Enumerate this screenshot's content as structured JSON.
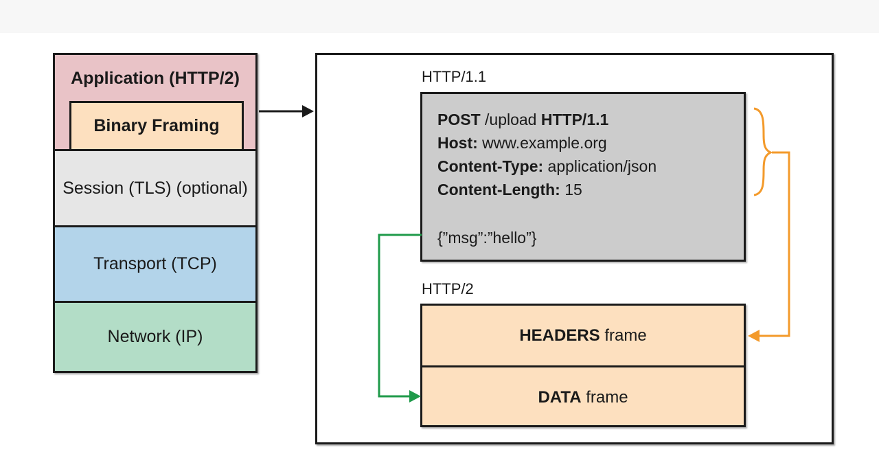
{
  "layers": {
    "application": "Application (HTTP/2)",
    "binary_framing": "Binary Framing",
    "session": "Session (TLS) (optional)",
    "transport": "Transport (TCP)",
    "network": "Network (IP)"
  },
  "http11": {
    "label": "HTTP/1.1",
    "request_line": {
      "method": "POST",
      "path": " /upload ",
      "version": "HTTP/1.1"
    },
    "headers": [
      {
        "name": "Host:",
        "value": " www.example.org"
      },
      {
        "name": "Content-Type:",
        "value": " application/json"
      },
      {
        "name": "Content-Length:",
        "value": " 15"
      }
    ],
    "body": "{”msg”:”hello”}"
  },
  "http2": {
    "label": "HTTP/2",
    "headers_frame": {
      "bold": "HEADERS",
      "rest": " frame"
    },
    "data_frame": {
      "bold": "DATA",
      "rest": " frame"
    }
  },
  "colors": {
    "application": "#e9c3c7",
    "binary_framing": "#fde0bf",
    "session": "#e6e6e6",
    "transport": "#b3d4ea",
    "network": "#b3ddc7",
    "request_box": "#cccccc",
    "headers_arrow": "#f39a2b",
    "data_arrow": "#1f9a4a"
  }
}
